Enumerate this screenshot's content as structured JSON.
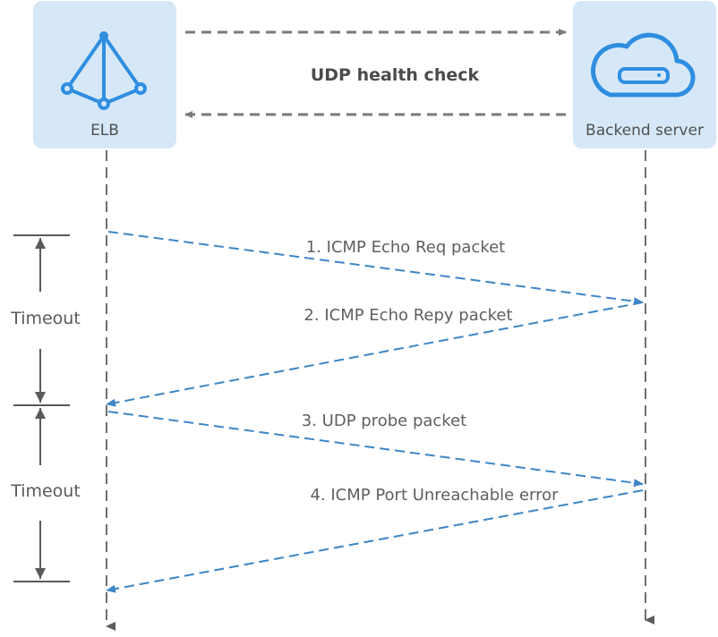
{
  "participants": {
    "elb": {
      "label": "ELB",
      "icon": "load-balancer-icon"
    },
    "server": {
      "label": "Backend server",
      "icon": "cloud-server-icon"
    }
  },
  "health_check_label": "UDP health check",
  "timeouts": [
    {
      "label": "Timeout"
    },
    {
      "label": "Timeout"
    }
  ],
  "messages": [
    {
      "label": "1. ICMP Echo Req packet",
      "direction": "elb-to-server"
    },
    {
      "label": "2. ICMP Echo Repy packet",
      "direction": "server-to-elb"
    },
    {
      "label": "3. UDP probe packet",
      "direction": "elb-to-server"
    },
    {
      "label": "4. ICMP Port Unreachable error",
      "direction": "server-to-elb"
    }
  ],
  "colors": {
    "node_bg": "#d6e8f8",
    "icon_blue": "#2f8ee0",
    "message_line": "#3d86c6",
    "gray_line": "#7a7a7a",
    "lifeline": "#6e6e6e"
  }
}
